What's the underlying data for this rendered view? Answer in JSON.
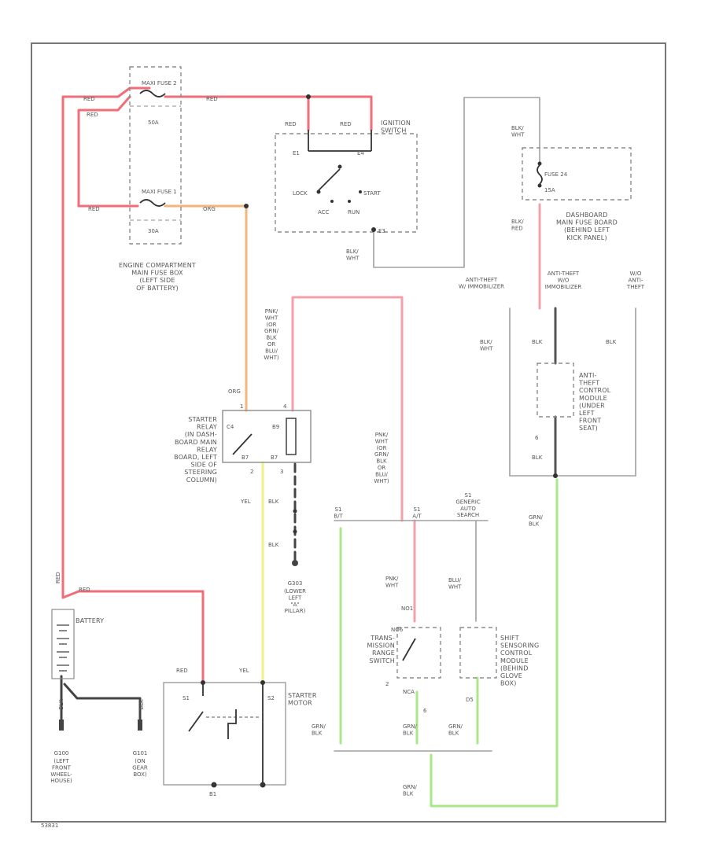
{
  "colors": {
    "red": "#f06e78",
    "pink": "#f3a0aa",
    "orange": "#f4b57a",
    "yellow": "#eef28a",
    "green": "#a8e887",
    "grey": "#a0a0a0",
    "black": "#444444"
  },
  "fuse_box": {
    "fuse_top_label": "MAXI FUSE 2",
    "fuse_top_amp": "50A",
    "fuse_bot_label": "MAXI FUSE 1",
    "fuse_bot_amp": "30A",
    "name": [
      "ENGINE COMPARTMENT",
      "MAIN FUSE BOX",
      "(LEFT SIDE",
      "OF BATTERY)"
    ]
  },
  "ignition": {
    "wire_red_a": "RED",
    "wire_red_b": "RED",
    "name": [
      "IGNITION",
      "SWITCH"
    ],
    "pin_left": "E1",
    "pin_right": "E4",
    "pos_lock": "LOCK",
    "pos_start": "START",
    "pos_acc": "ACC",
    "pos_run": "RUN",
    "pin_bottom": "E3",
    "out_wire": [
      "BLK/",
      "WHT"
    ]
  },
  "fuse24": {
    "in_wire": [
      "BLK/",
      "WHT"
    ],
    "label": "FUSE 24",
    "amp": "15A",
    "name": [
      "DASHBOARD",
      "MAIN FUSE BOARD",
      "(BEHIND LEFT",
      "KICK PANEL)"
    ],
    "out_wire": [
      "BLK/",
      "RED"
    ]
  },
  "antitheft": {
    "hdr1": [
      "ANTI-THEFT",
      "W/ IMMOBILIZER"
    ],
    "hdr2": [
      "ANTI-THEFT",
      "W/O",
      "IMMOBILIZER"
    ],
    "hdr3": [
      "W/O",
      "ANTI-",
      "THEFT"
    ],
    "wire_left": [
      "BLK/",
      "WHT"
    ],
    "wire_mid": "BLK",
    "wire_right": "BLK",
    "name": [
      "ANTI-",
      "THEFT",
      "CONTROL",
      "MODULE",
      "(UNDER",
      "LEFT",
      "FRONT",
      "SEAT)"
    ],
    "pin": "6",
    "wire_bottom": "BLK",
    "out_wire": [
      "GRN/",
      "BLK"
    ]
  },
  "starter_relay": {
    "in_wire": "ORG",
    "pin_top_left": "1",
    "pin_top_right": "4",
    "name": [
      "STARTER",
      "RELAY",
      "(IN DASH-",
      "BOARD MAIN",
      "RELAY",
      "BOARD, LEFT",
      "SIDE OF",
      "STEERING",
      "COLUMN)"
    ],
    "pin_a": "C4",
    "pin_b": "B9",
    "pin_c": "B7",
    "pin_d": "B7",
    "pin_bottom_left": "2",
    "pin_bottom_right": "3",
    "wire_yel": "YEL",
    "wire_blk1": "BLK",
    "wire_blk2": "BLK",
    "pnk_wire": [
      "PNK/",
      "WHT",
      "(OR",
      "GRN/",
      "BLK",
      "OR",
      "BLU/",
      "WHT)"
    ]
  },
  "ground_g303": {
    "id": "G303",
    "desc": [
      "(LOWER",
      "LEFT",
      "\"A\"",
      "PILLAR)"
    ]
  },
  "battery": {
    "label": "BATTERY",
    "wire_red_a": "RED",
    "wire_red_b": "RED",
    "wire_red_c": "RED",
    "wire_red_d": "RED",
    "wire_red_e": "RED",
    "g100_wire": "BLK",
    "g100": "G100",
    "g100_desc": [
      "(LEFT",
      "FRONT",
      "WHEEL-",
      "HOUSE)"
    ],
    "g101_wire": "BLK",
    "g101": "G101",
    "g101_desc": [
      "(ON",
      "GEAR",
      "BOX)"
    ]
  },
  "starter": {
    "wire_red": "RED",
    "wire_yel": "YEL",
    "name": [
      "STARTER",
      "MOTOR"
    ],
    "pin_s1": "S1",
    "pin_s2": "S2",
    "pin_b": "B1"
  },
  "gsas": {
    "pnk_wire": [
      "PNK/",
      "WHT",
      "(OR",
      "GRN/",
      "BLK",
      "OR",
      "BLU/",
      "WHT)"
    ],
    "pin_left_label": [
      "S1",
      "B/T"
    ],
    "pin_right_label": [
      "S1",
      "A/T"
    ],
    "name": [
      "S1",
      "GENERIC",
      "AUTO",
      "SEARCH"
    ]
  },
  "trans_range": {
    "wire": [
      "PNK/",
      "WHT"
    ],
    "pin_top": "NO1",
    "pin_pos": "NO6",
    "name": [
      "TRANS-",
      "MISSION",
      "RANGE",
      "SWITCH"
    ],
    "pin_num": "2",
    "pin_nca": "NCA",
    "pin_num2": "6",
    "wire_bottom": [
      "GRN/",
      "BLK"
    ]
  },
  "sdm": {
    "in_wire": [
      "BLU/",
      "WHT"
    ],
    "name": [
      "SHIFT",
      "SENSORING",
      "CONTROL",
      "MODULE",
      "(BEHIND",
      "GLOVE",
      "BOX)"
    ],
    "pin": "D5",
    "wire_bottom": [
      "GRN/",
      "BLK"
    ]
  },
  "left_green": [
    "GRN/",
    "BLK"
  ],
  "bottom_green": [
    "GRN/",
    "BLK"
  ],
  "corner_code": "53831"
}
